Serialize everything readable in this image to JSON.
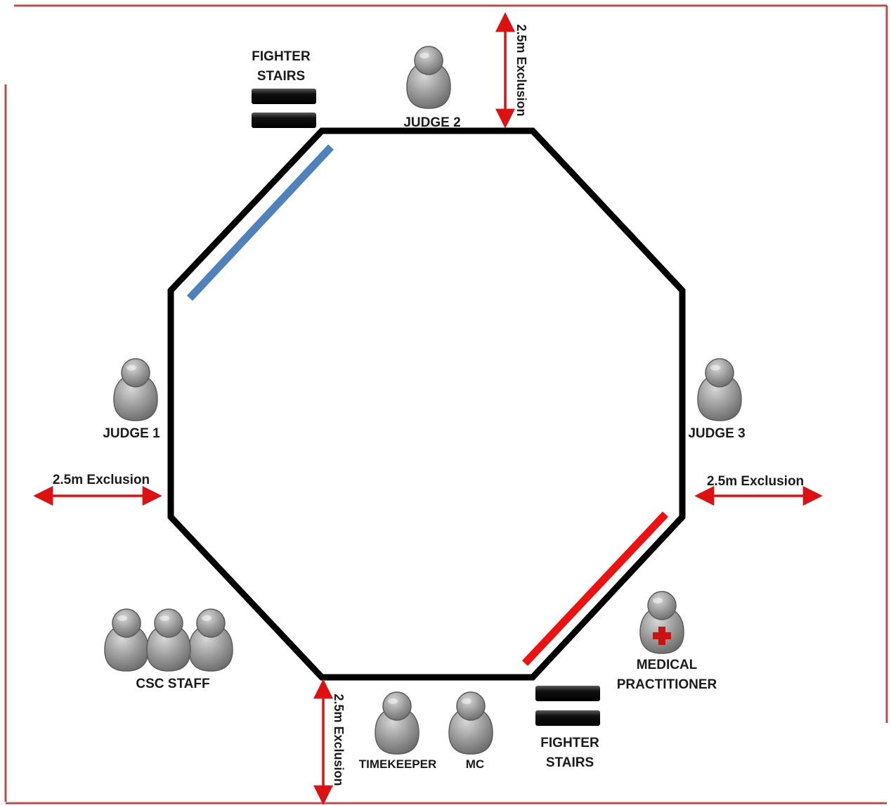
{
  "labels": {
    "fighter_stairs_top": [
      "FIGHTER",
      "STAIRS"
    ],
    "fighter_stairs_bottom": [
      "FIGHTER",
      "STAIRS"
    ],
    "judge_1": "JUDGE 1",
    "judge_2": "JUDGE 2",
    "judge_3": "JUDGE 3",
    "csc_staff": "CSC STAFF",
    "medical_practitioner": [
      "MEDICAL",
      "PRACTITIONER"
    ],
    "timekeeper": "TIMEKEEPER",
    "mc": "MC",
    "exclusion_top": "2.5m Exclusion",
    "exclusion_left": "2.5m Exclusion",
    "exclusion_right": "2.5m Exclusion",
    "exclusion_bottom": "2.5m Exclusion"
  },
  "colors": {
    "border": "#b5504d",
    "octagon": "#000000",
    "blue_corner": "#4f81bd",
    "red_corner": "#ee1111",
    "arrow": "#dd1111",
    "person": "#8c8c8c",
    "medical_cross": "#cc1111"
  },
  "icons": {
    "person": "person-icon",
    "medical": "medical-cross-icon"
  }
}
